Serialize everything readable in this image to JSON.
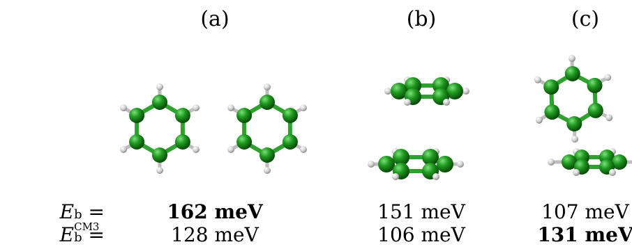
{
  "panels": [
    {
      "label": "(a)"
    },
    {
      "label": "(b)"
    },
    {
      "label": "(c)"
    }
  ],
  "rows": [
    {
      "symbol": "E",
      "sub": "b",
      "sup": "",
      "eq": "=",
      "values": [
        "162 meV",
        "151 meV",
        "107 meV"
      ],
      "bold_index": 0
    },
    {
      "symbol": "E",
      "sub": "b",
      "sup": "CM3",
      "eq": "=",
      "values": [
        "128 meV",
        "106 meV",
        "131 meV"
      ],
      "bold_index": 2
    }
  ],
  "colors": {
    "carbon": "#1f8c1f",
    "hydrogen": "#d9d9d9",
    "bond_c": "#2ea12e"
  }
}
